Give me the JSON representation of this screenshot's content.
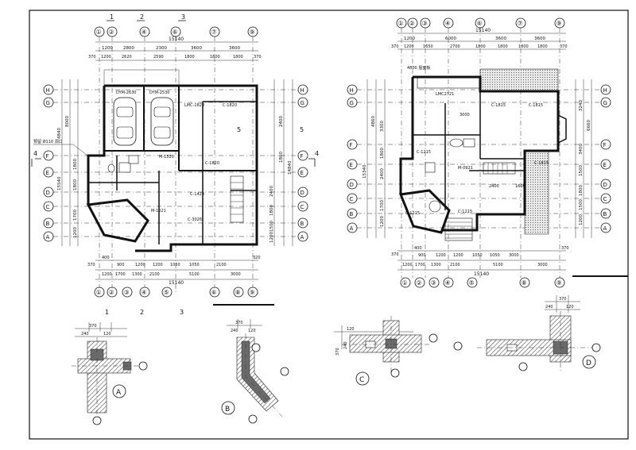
{
  "left_plan": {
    "top_axes": [
      "①",
      "②",
      "④",
      "⑥",
      "⑦",
      "⑨"
    ],
    "bottom_axes": [
      "①",
      "②",
      "③",
      "④",
      "⑤",
      "⑥",
      "⑧",
      "⑨"
    ],
    "left_axes": [
      "H",
      "G",
      "F",
      "E",
      "D",
      "C",
      "B",
      "A"
    ],
    "right_axes": [
      "H",
      "G",
      "F",
      "E",
      "D",
      "C",
      "B",
      "A"
    ],
    "top_total": "15140",
    "bottom_total": "15140",
    "top_row1": [
      "1200",
      "2800",
      "2300",
      "3600",
      "3600"
    ],
    "top_row2": [
      "370",
      "1200",
      "2620",
      "2590",
      "1800",
      "1800",
      "1800",
      "370"
    ],
    "bottom_row1": [
      "370",
      "400",
      "900",
      "1200",
      "1200",
      "1050",
      "1050",
      "2100",
      "320"
    ],
    "bottom_row2": [
      "1200",
      "1700",
      "1300",
      "2100",
      "5100",
      "3000"
    ],
    "left_dims": [
      "8000",
      "4840",
      "1800",
      "1800",
      "1700",
      "1200",
      "15540"
    ],
    "right_dims": [
      "2400",
      "1800",
      "2400",
      "1800",
      "1500",
      "1200",
      "14840"
    ],
    "room_labels": [
      "LMC-1820",
      "C-1820",
      "C-1820",
      "C-3026",
      "M-1520",
      "C-1420",
      "M-1021"
    ],
    "garage_labels": [
      "DYM-2630",
      "DYM-2530"
    ],
    "section_marks": [
      "1",
      "2",
      "3",
      "4",
      "5"
    ]
  },
  "right_plan": {
    "top_axes": [
      "①",
      "②",
      "③",
      "④",
      "⑥",
      "⑦",
      "⑨"
    ],
    "bottom_axes": [
      "①",
      "②",
      "③",
      "④",
      "⑤",
      "⑧",
      "⑨"
    ],
    "left_axes": [
      "H",
      "G",
      "F",
      "E",
      "D",
      "C",
      "B",
      "A"
    ],
    "right_axes": [
      "H",
      "G",
      "F",
      "E",
      "D",
      "C",
      "B",
      "A"
    ],
    "top_total": "15140",
    "bottom_total": "15140",
    "top_row1": [
      "1200",
      "6000",
      "3600",
      "3600"
    ],
    "top_row2": [
      "370",
      "1200",
      "1650",
      "2700",
      "1800",
      "1800",
      "1800",
      "1800",
      "370"
    ],
    "bottom_row1": [
      "370",
      "400",
      "900",
      "1200",
      "1200",
      "1050",
      "1050",
      "3000",
      "370"
    ],
    "bottom_row2": [
      "1200",
      "1700",
      "1300",
      "2100",
      "5100",
      "3000"
    ],
    "left_dims": [
      "4860",
      "3300",
      "1800",
      "2400",
      "1700",
      "1200",
      "15340"
    ],
    "right_dims": [
      "3240",
      "6660",
      "3400",
      "1500",
      "1800",
      "1500",
      "1200"
    ],
    "room_labels": [
      "LMC2721",
      "C-1815",
      "C-1815",
      "C-1815",
      "C-1215",
      "C-1215",
      "M-0921",
      "C-1215"
    ],
    "inner_dims": [
      "3000",
      "2400",
      "1600"
    ],
    "roof_note": "4800 屋面板"
  },
  "details": [
    {
      "id": "A",
      "dims": [
        "370",
        "240",
        "120"
      ]
    },
    {
      "id": "B",
      "dims": [
        "370",
        "240",
        "120"
      ]
    },
    {
      "id": "C",
      "dims": [
        "120",
        "370",
        "240"
      ]
    },
    {
      "id": "D",
      "dims": [
        "370",
        "240",
        "120"
      ]
    }
  ],
  "notes": {
    "left_note": "预留 Ø110 洞口"
  }
}
